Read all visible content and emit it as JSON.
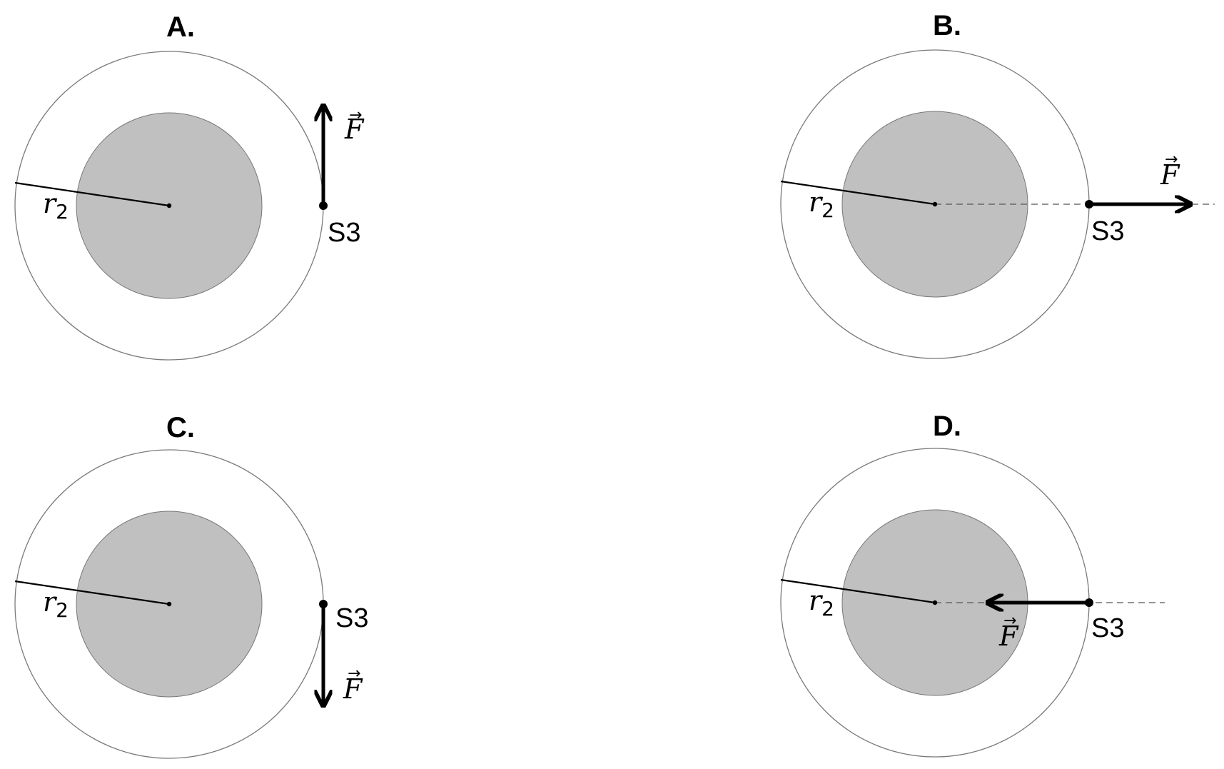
{
  "colors": {
    "inner_disk": "#c0c0c0",
    "outline": "#7a7a7a",
    "ink": "#000000",
    "dashed": "#666666"
  },
  "labels": {
    "point": "S3",
    "radius_symbol": "r",
    "radius_subscript": "2",
    "force_symbol": "F",
    "vector_arrow": "⃗"
  },
  "panels": [
    {
      "id": "a",
      "title": "A.",
      "force_direction": "up",
      "dashed_axis": false
    },
    {
      "id": "b",
      "title": "B.",
      "force_direction": "right",
      "dashed_axis": true
    },
    {
      "id": "c",
      "title": "C.",
      "force_direction": "down",
      "dashed_axis": false
    },
    {
      "id": "d",
      "title": "D.",
      "force_direction": "left",
      "dashed_axis": true
    }
  ]
}
